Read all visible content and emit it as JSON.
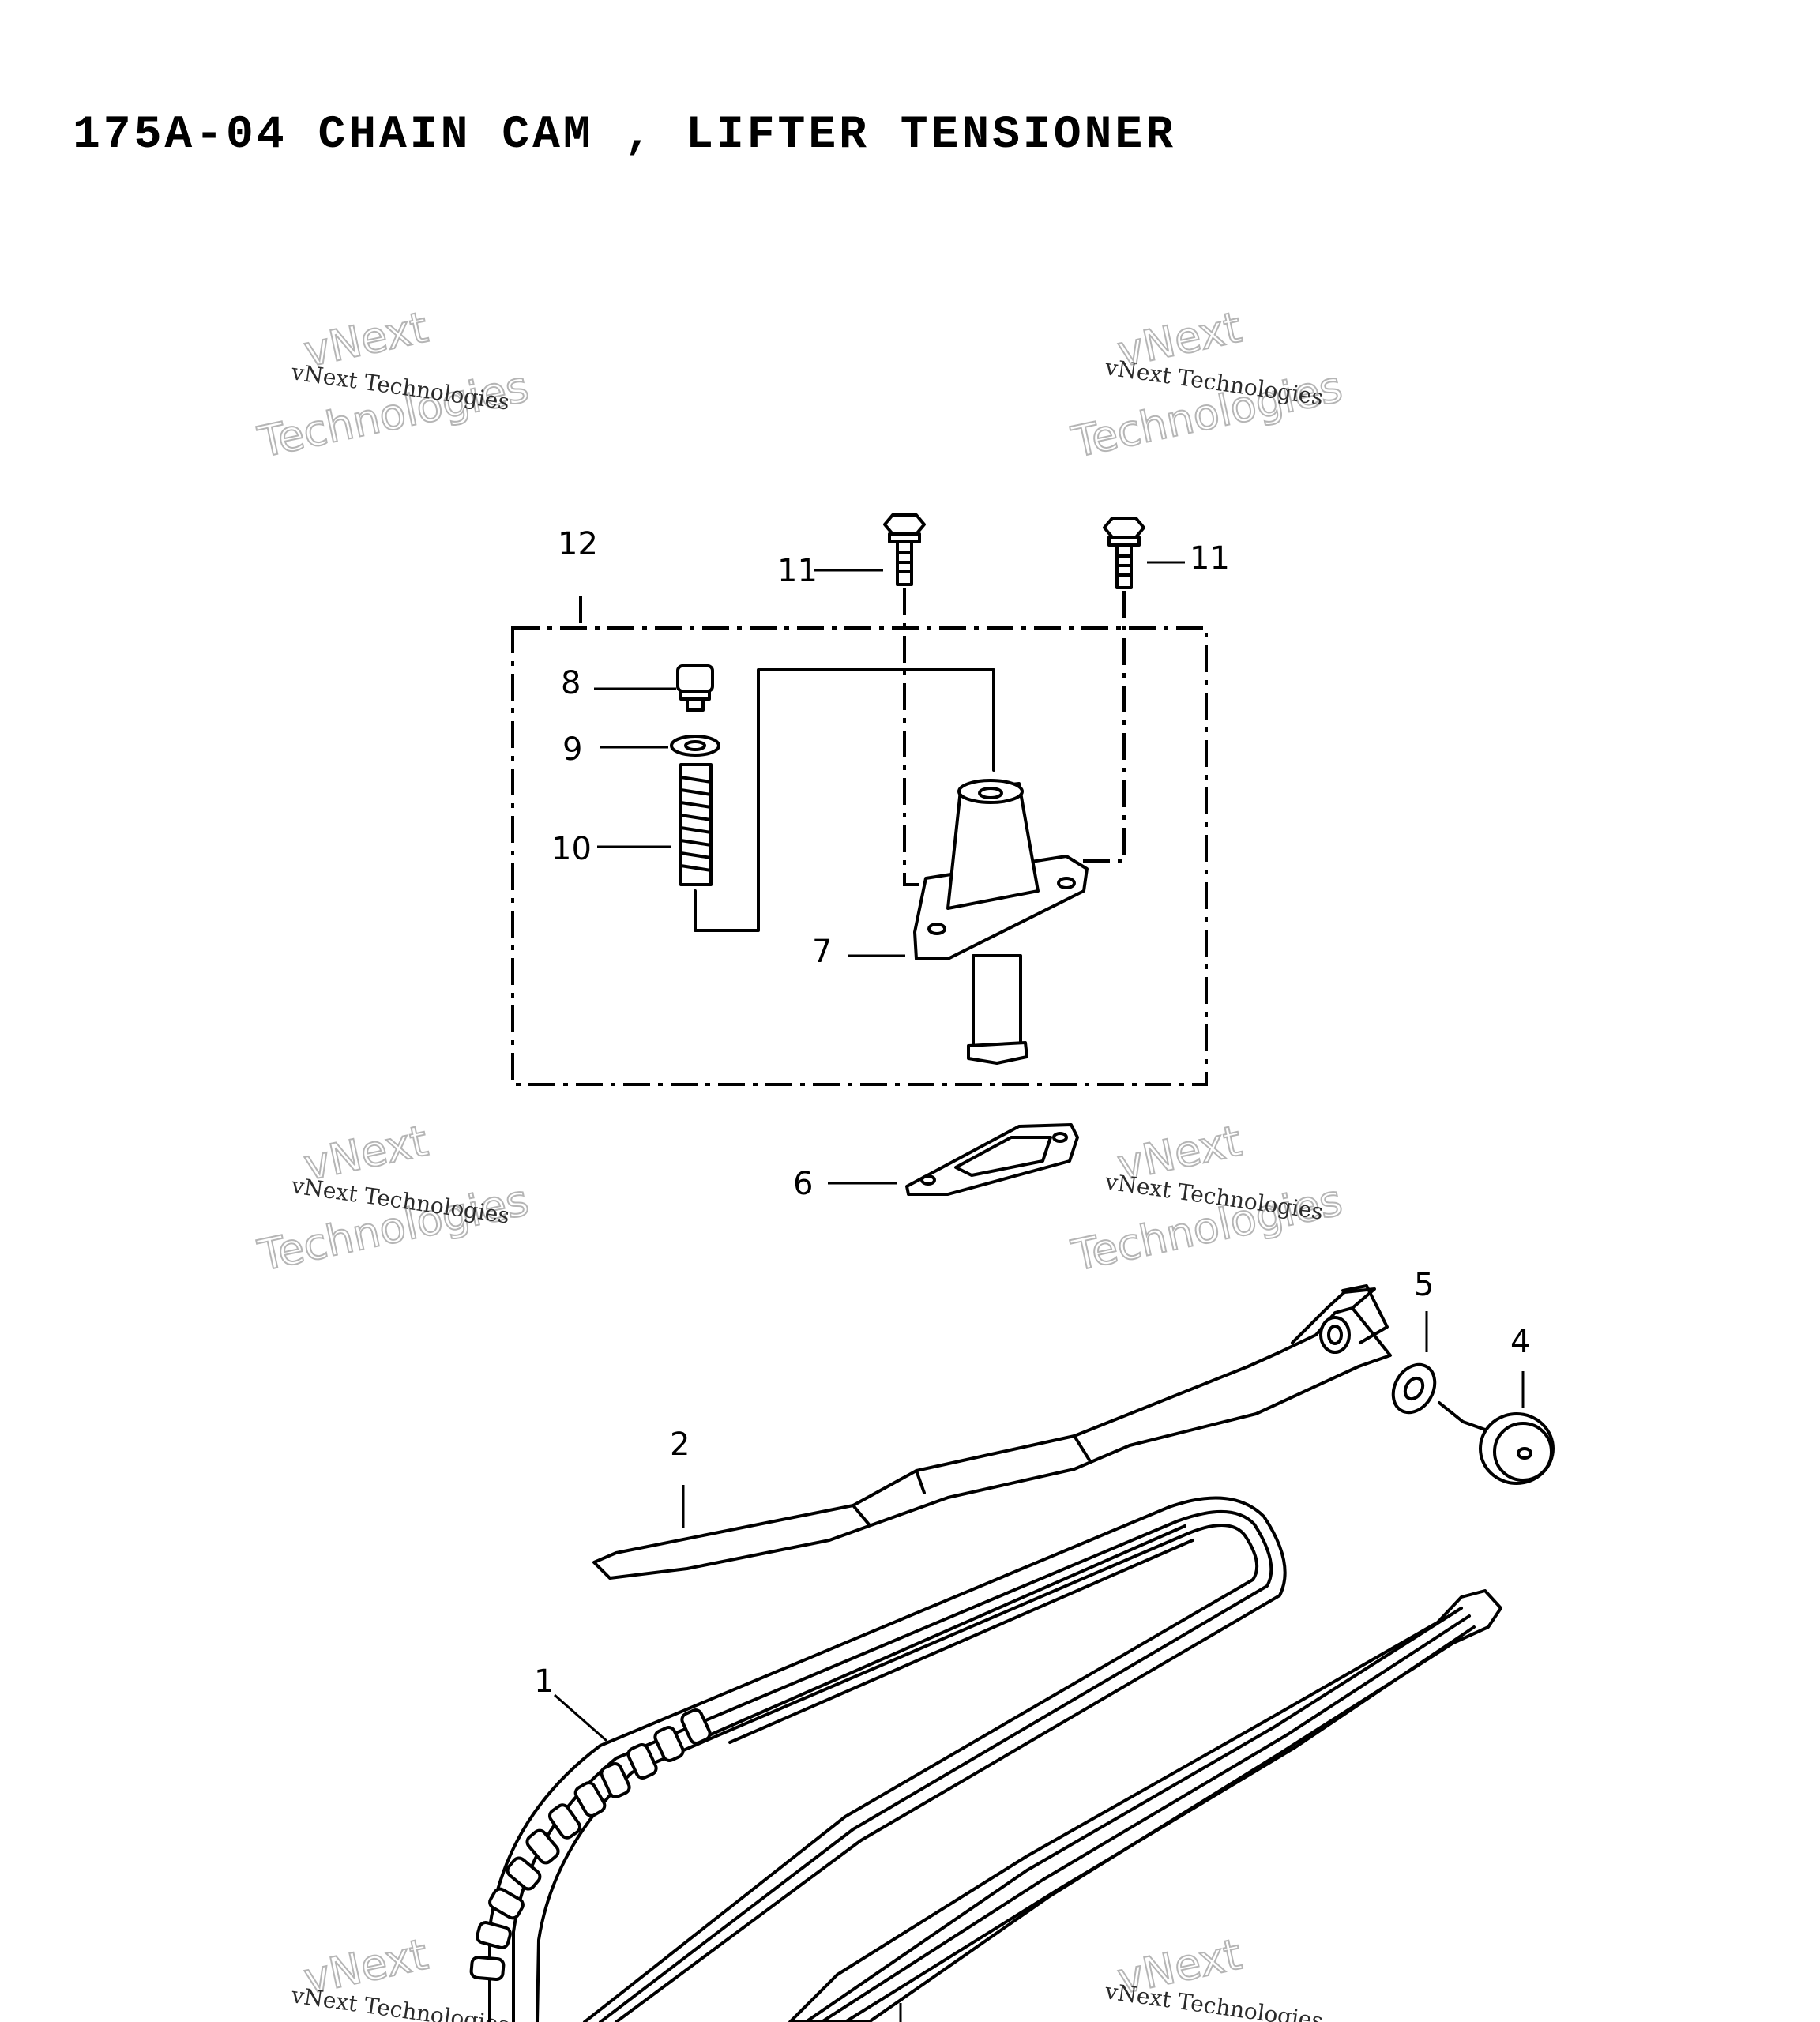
{
  "title": "175A-04 CHAIN CAM , LIFTER TENSIONER",
  "callouts": [
    "1",
    "2",
    "4",
    "5",
    "6",
    "7",
    "8",
    "9",
    "10",
    "11",
    "11",
    "12"
  ],
  "watermark": {
    "line_small": "vNext Technologies",
    "line_big_1": "vNext",
    "line_big_2": "Technologies"
  }
}
